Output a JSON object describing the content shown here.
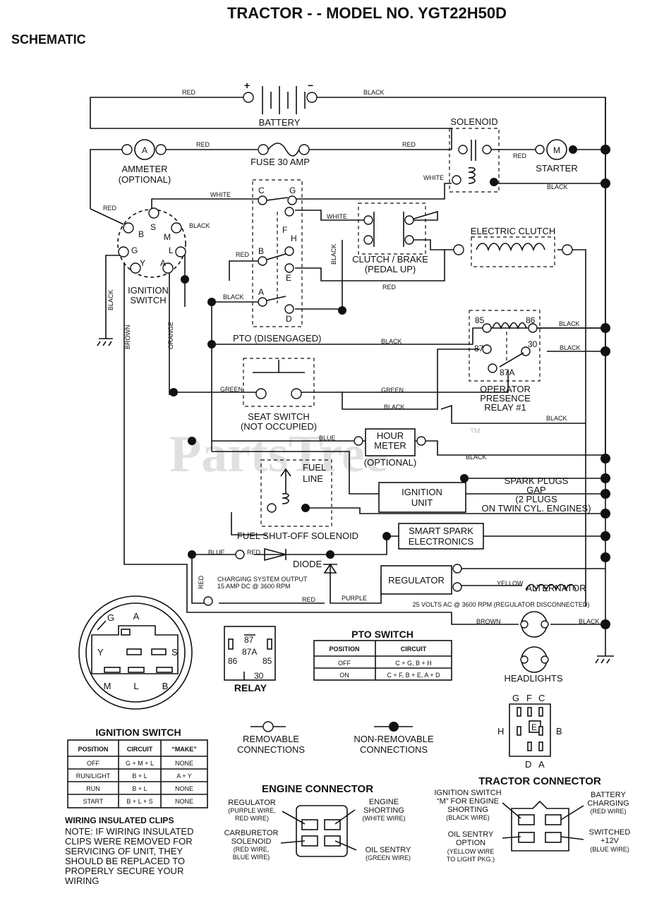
{
  "header": {
    "title": "TRACTOR - - MODEL NO. YGT22H50D",
    "subtitle": "SCHEMATIC"
  },
  "watermark": "PartsTree",
  "trademark": "TM",
  "components": {
    "battery": "BATTERY",
    "plus": "+",
    "minus": "−",
    "solenoid": "SOLENOID",
    "starter": "STARTER",
    "starter_m": "M",
    "ammeter": "AMMETER",
    "ammeter_opt": "(OPTIONAL)",
    "ammeter_a": "A",
    "fuse": "FUSE 30 AMP",
    "ignition_switch": "IGNITION",
    "ignition_switch2": "SWITCH",
    "electric_clutch": "ELECTRIC CLUTCH",
    "clutch_brake": "CLUTCH / BRAKE",
    "clutch_brake2": "(PEDAL UP)",
    "pto_disengaged": "PTO (DISENGAGED)",
    "seat_switch": "SEAT SWITCH",
    "seat_switch2": "(NOT OCCUPIED)",
    "operator_relay": "OPERATOR",
    "operator_relay2": "PRESENCE",
    "operator_relay3": "RELAY #1",
    "hour_meter": "HOUR",
    "hour_meter2": "METER",
    "hour_meter3": "(OPTIONAL)",
    "fuel_line": "FUEL",
    "fuel_line2": "LINE",
    "fuel_solenoid": "FUEL SHUT-OFF SOLENOID",
    "ignition_unit": "IGNITION",
    "ignition_unit2": "UNIT",
    "spark_plugs": "SPARK PLUGS",
    "spark_plugs2": "GAP",
    "spark_plugs3": "(2 PLUGS",
    "spark_plugs4": "ON TWIN CYL. ENGINES)",
    "smart_spark": "SMART SPARK",
    "smart_spark2": "ELECTRONICS",
    "diode": "DIODE",
    "regulator": "REGULATOR",
    "alternator": "ALTERNATOR",
    "charging": "CHARGING SYSTEM OUTPUT",
    "charging2": "15 AMP DC @ 3600 RPM",
    "alt_volts": "25 VOLTS AC @ 3600 RPM (REGULATOR DISCONNECTED)",
    "headlights": "HEADLIGHTS",
    "relay": "RELAY"
  },
  "terminals": {
    "ign": [
      "B",
      "S",
      "M",
      "G",
      "L",
      "Y",
      "A"
    ],
    "pto": [
      "C",
      "G",
      "F",
      "H",
      "B",
      "E",
      "A",
      "D"
    ],
    "relay": [
      "85",
      "86",
      "87",
      "30",
      "87A"
    ]
  },
  "wires": {
    "red": "RED",
    "black": "BLACK",
    "white": "WHITE",
    "brown": "BROWN",
    "orange": "ORANGE",
    "green": "GREEN",
    "blue": "BLUE",
    "purple": "PURPLE",
    "yellow": "YELLOW"
  },
  "ignition_plug": {
    "letters": [
      "A",
      "G",
      "Y",
      "S",
      "M",
      "L",
      "B"
    ]
  },
  "relay_terms": {
    "t87": "87",
    "t87a": "87A",
    "t86": "86",
    "t85": "85",
    "t30": "30"
  },
  "pto_table": {
    "title": "PTO SWITCH",
    "headers": [
      "POSITION",
      "CIRCUIT"
    ],
    "rows": [
      [
        "OFF",
        "C + G, B + H"
      ],
      [
        "ON",
        "C + F, B + E, A + D"
      ]
    ]
  },
  "ignition_table": {
    "title": "IGNITION SWITCH",
    "headers": [
      "POSITION",
      "CIRCUIT",
      "“MAKE”"
    ],
    "rows": [
      [
        "OFF",
        "G + M + L",
        "NONE"
      ],
      [
        "RUN/LIGHT",
        "B + L",
        "A + Y"
      ],
      [
        "RUN",
        "B + L",
        "NONE"
      ],
      [
        "START",
        "B + L + S",
        "NONE"
      ]
    ]
  },
  "legend": {
    "removable": "REMOVABLE",
    "removable2": "CONNECTIONS",
    "nonremovable": "NON-REMOVABLE",
    "nonremovable2": "CONNECTIONS"
  },
  "pins": {
    "G": "G",
    "F": "F",
    "C": "C",
    "H": "H",
    "E": "E",
    "B": "B",
    "D": "D",
    "A": "A"
  },
  "clips_note": {
    "title": "WIRING INSULATED CLIPS",
    "lines": [
      "NOTE: IF WIRING INSULATED",
      "CLIPS WERE REMOVED FOR",
      "SERVICING OF UNIT, THEY",
      "SHOULD BE REPLACED TO",
      "PROPERLY SECURE YOUR",
      "WIRING"
    ]
  },
  "engine_connector": {
    "title": "ENGINE CONNECTOR",
    "regulator": [
      "REGULATOR",
      "(PURPLE WIRE,",
      "RED WIRE)"
    ],
    "carburetor": [
      "CARBURETOR",
      "SOLENOID",
      "(RED WIRE,",
      "BLUE WIRE)"
    ],
    "engine_shorting": [
      "ENGINE",
      "SHORTING",
      "(WHITE WIRE)"
    ],
    "oil_sentry": [
      "OIL SENTRY",
      "(GREEN WIRE)"
    ]
  },
  "tractor_connector": {
    "title": "TRACTOR CONNECTOR",
    "ignition": [
      "IGNITION SWITCH",
      "“M” FOR ENGINE",
      "SHORTING",
      "(BLACK WIRE)"
    ],
    "oil": [
      "OIL SENTRY",
      "OPTION",
      "(YELLOW WIRE",
      "TO LIGHT PKG.)"
    ],
    "battery": [
      "BATTERY",
      "CHARGING",
      "(RED WIRE)"
    ],
    "switched": [
      "SWITCHED",
      "+12V",
      "(BLUE WIRE)"
    ]
  }
}
